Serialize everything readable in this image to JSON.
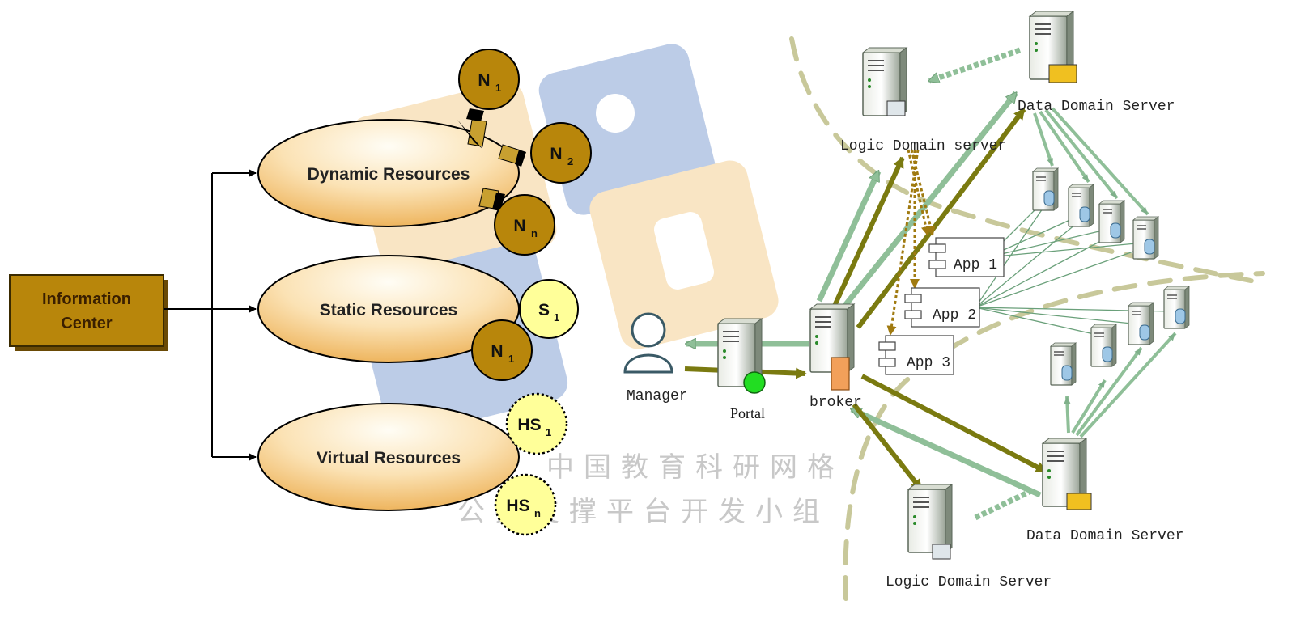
{
  "info_center": {
    "label_line1": "Information",
    "label_line2": "Center"
  },
  "resources": {
    "dynamic": "Dynamic Resources",
    "static": "Static Resources",
    "virtual": "Virtual Resources"
  },
  "nodes": {
    "n1": {
      "main": "N",
      "sub": "1"
    },
    "n2": {
      "main": "N",
      "sub": "2"
    },
    "nn": {
      "main": "N",
      "sub": "n"
    },
    "s1": {
      "main": "S",
      "sub": "1"
    },
    "n1_static": {
      "main": "N",
      "sub": "1"
    },
    "hs1": {
      "main": "HS",
      "sub": "1"
    },
    "hsn": {
      "main": "HS",
      "sub": "n"
    }
  },
  "network": {
    "data_domain_server_top": "Data Domain Server",
    "logic_domain_server_top": "Logic Domain server",
    "app1": "App 1",
    "app2": "App 2",
    "app3": "App 3",
    "manager": "Manager",
    "portal": "Portal",
    "broker": "broker",
    "data_domain_server_bottom": "Data Domain Server",
    "logic_domain_server_bottom": "Logic Domain Server"
  },
  "watermark": {
    "line1": "中国教育科研网格",
    "line2": "公共支撑平台开发小组"
  },
  "colors": {
    "info_center_fill": "#b8860b",
    "node_fill": "#b8860b",
    "node_light_fill": "#ffff99",
    "ellipse_light": "#fffaf0",
    "ellipse_dark": "#f0c070",
    "arrow_olive": "#7a7a10",
    "arrow_green": "#7fb08a",
    "dash_curve": "#c8c89a"
  }
}
